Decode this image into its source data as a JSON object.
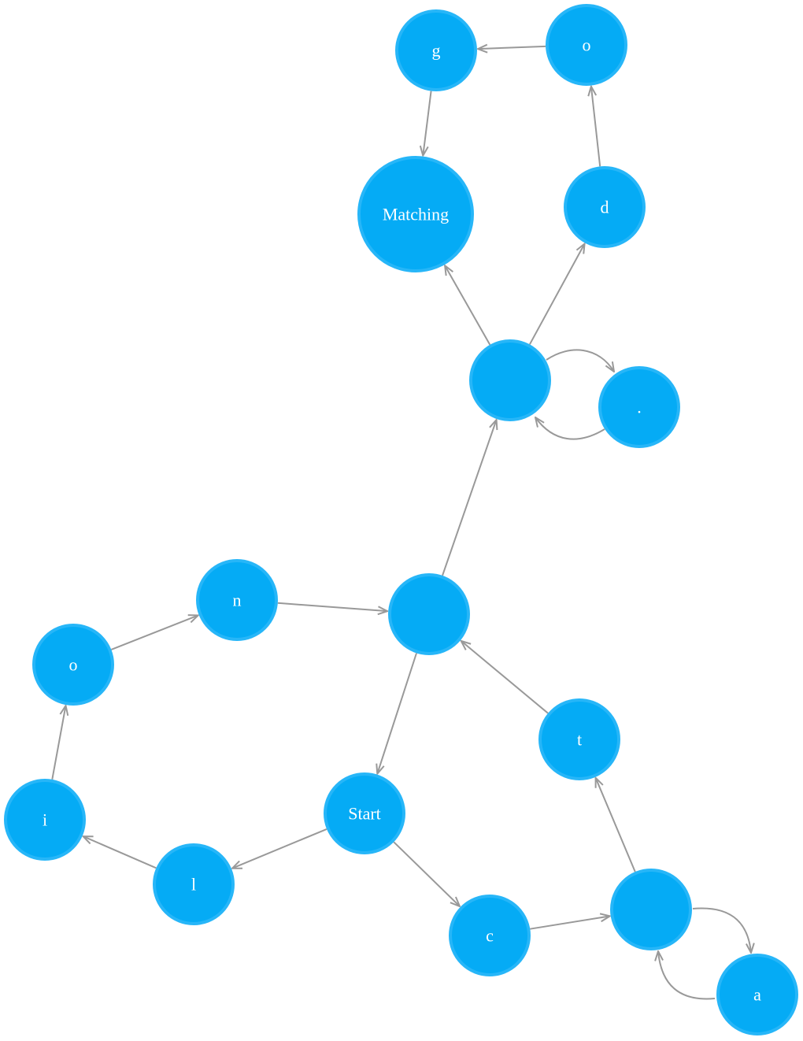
{
  "colors": {
    "node_fill": "#05abf5",
    "node_stroke": "#27b6f8",
    "edge": "#999999",
    "label": "#ffffff"
  },
  "nodes": [
    {
      "id": "g",
      "label": "g"
    },
    {
      "id": "o_top",
      "label": "o"
    },
    {
      "id": "matching",
      "label": "Matching"
    },
    {
      "id": "d",
      "label": "d"
    },
    {
      "id": "hub_top",
      "label": ""
    },
    {
      "id": "dot",
      "label": "."
    },
    {
      "id": "n",
      "label": "n"
    },
    {
      "id": "hub_mid",
      "label": ""
    },
    {
      "id": "o_left",
      "label": "o"
    },
    {
      "id": "t",
      "label": "t"
    },
    {
      "id": "i",
      "label": "i"
    },
    {
      "id": "start",
      "label": "Start"
    },
    {
      "id": "l",
      "label": "l"
    },
    {
      "id": "c",
      "label": "c"
    },
    {
      "id": "hub_bottom",
      "label": ""
    },
    {
      "id": "a",
      "label": "a"
    }
  ],
  "edges": [
    {
      "from": "o_top",
      "to": "g"
    },
    {
      "from": "g",
      "to": "matching"
    },
    {
      "from": "d",
      "to": "o_top"
    },
    {
      "from": "hub_top",
      "to": "matching"
    },
    {
      "from": "hub_top",
      "to": "d"
    },
    {
      "from": "hub_top",
      "to": "dot",
      "curved": true
    },
    {
      "from": "dot",
      "to": "hub_top",
      "curved": true
    },
    {
      "from": "hub_mid",
      "to": "hub_top"
    },
    {
      "from": "n",
      "to": "hub_mid"
    },
    {
      "from": "o_left",
      "to": "n"
    },
    {
      "from": "i",
      "to": "o_left"
    },
    {
      "from": "l",
      "to": "i"
    },
    {
      "from": "start",
      "to": "l"
    },
    {
      "from": "hub_mid",
      "to": "start"
    },
    {
      "from": "start",
      "to": "c"
    },
    {
      "from": "c",
      "to": "hub_bottom"
    },
    {
      "from": "hub_bottom",
      "to": "t"
    },
    {
      "from": "t",
      "to": "hub_mid"
    },
    {
      "from": "hub_bottom",
      "to": "a",
      "curved": true
    },
    {
      "from": "a",
      "to": "hub_bottom",
      "curved": true
    }
  ]
}
